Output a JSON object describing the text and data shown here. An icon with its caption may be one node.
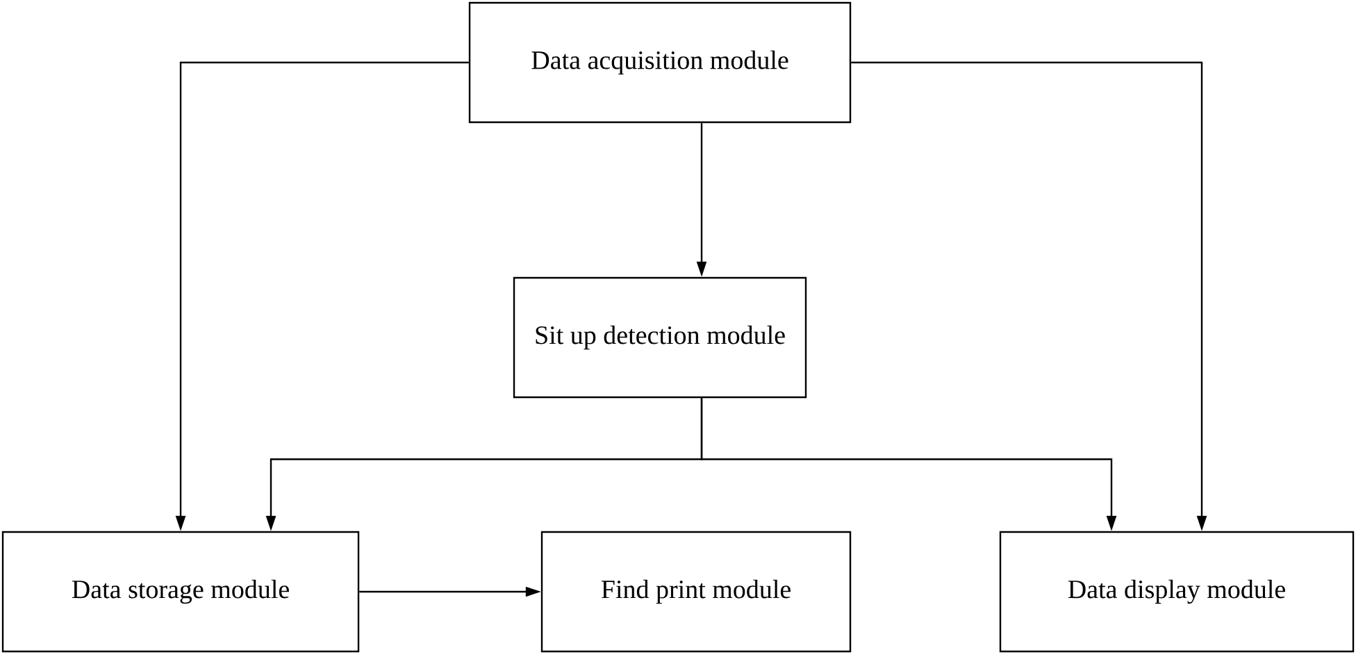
{
  "diagram": {
    "nodes": [
      {
        "text": [
          "Data acquisition module"
        ]
      },
      {
        "text": [
          "Sit up detection module"
        ]
      },
      {
        "text": [
          "Data storage module"
        ]
      },
      {
        "text": [
          "Find print module"
        ]
      },
      {
        "text": [
          "Data display module"
        ]
      }
    ],
    "edges": [
      {
        "from": 0,
        "to": 1,
        "arrow": "to"
      },
      {
        "from": 0,
        "to": 2,
        "arrow": "to"
      },
      {
        "from": 0,
        "to": 4,
        "arrow": "to"
      },
      {
        "from": 1,
        "to": 2,
        "arrow": "to"
      },
      {
        "from": 1,
        "to": 4,
        "arrow": "to"
      },
      {
        "from": 2,
        "to": 3,
        "arrow": "to"
      }
    ]
  }
}
